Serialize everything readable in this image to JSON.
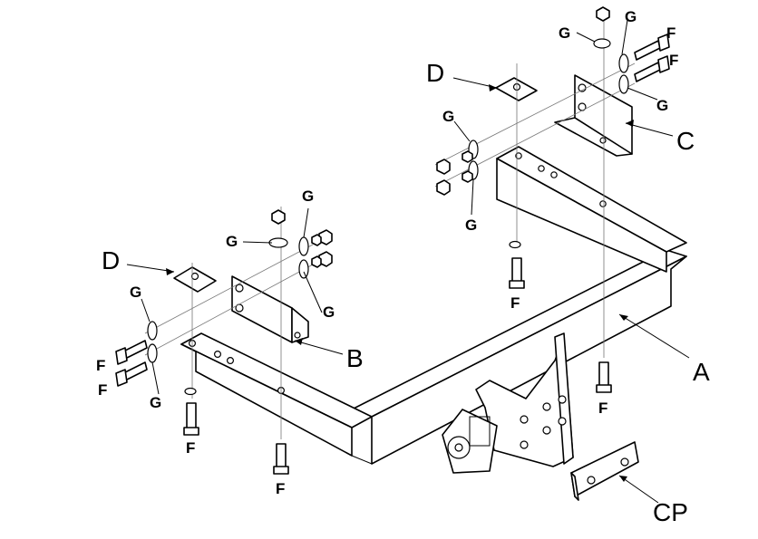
{
  "labels": {
    "A": "A",
    "B": "B",
    "C": "C",
    "CP": "CP",
    "D_left": "D",
    "D_right": "D",
    "F": "F",
    "G": "G"
  },
  "colors": {
    "ink": "#000000",
    "paper": "#ffffff",
    "axis": "#777777"
  }
}
